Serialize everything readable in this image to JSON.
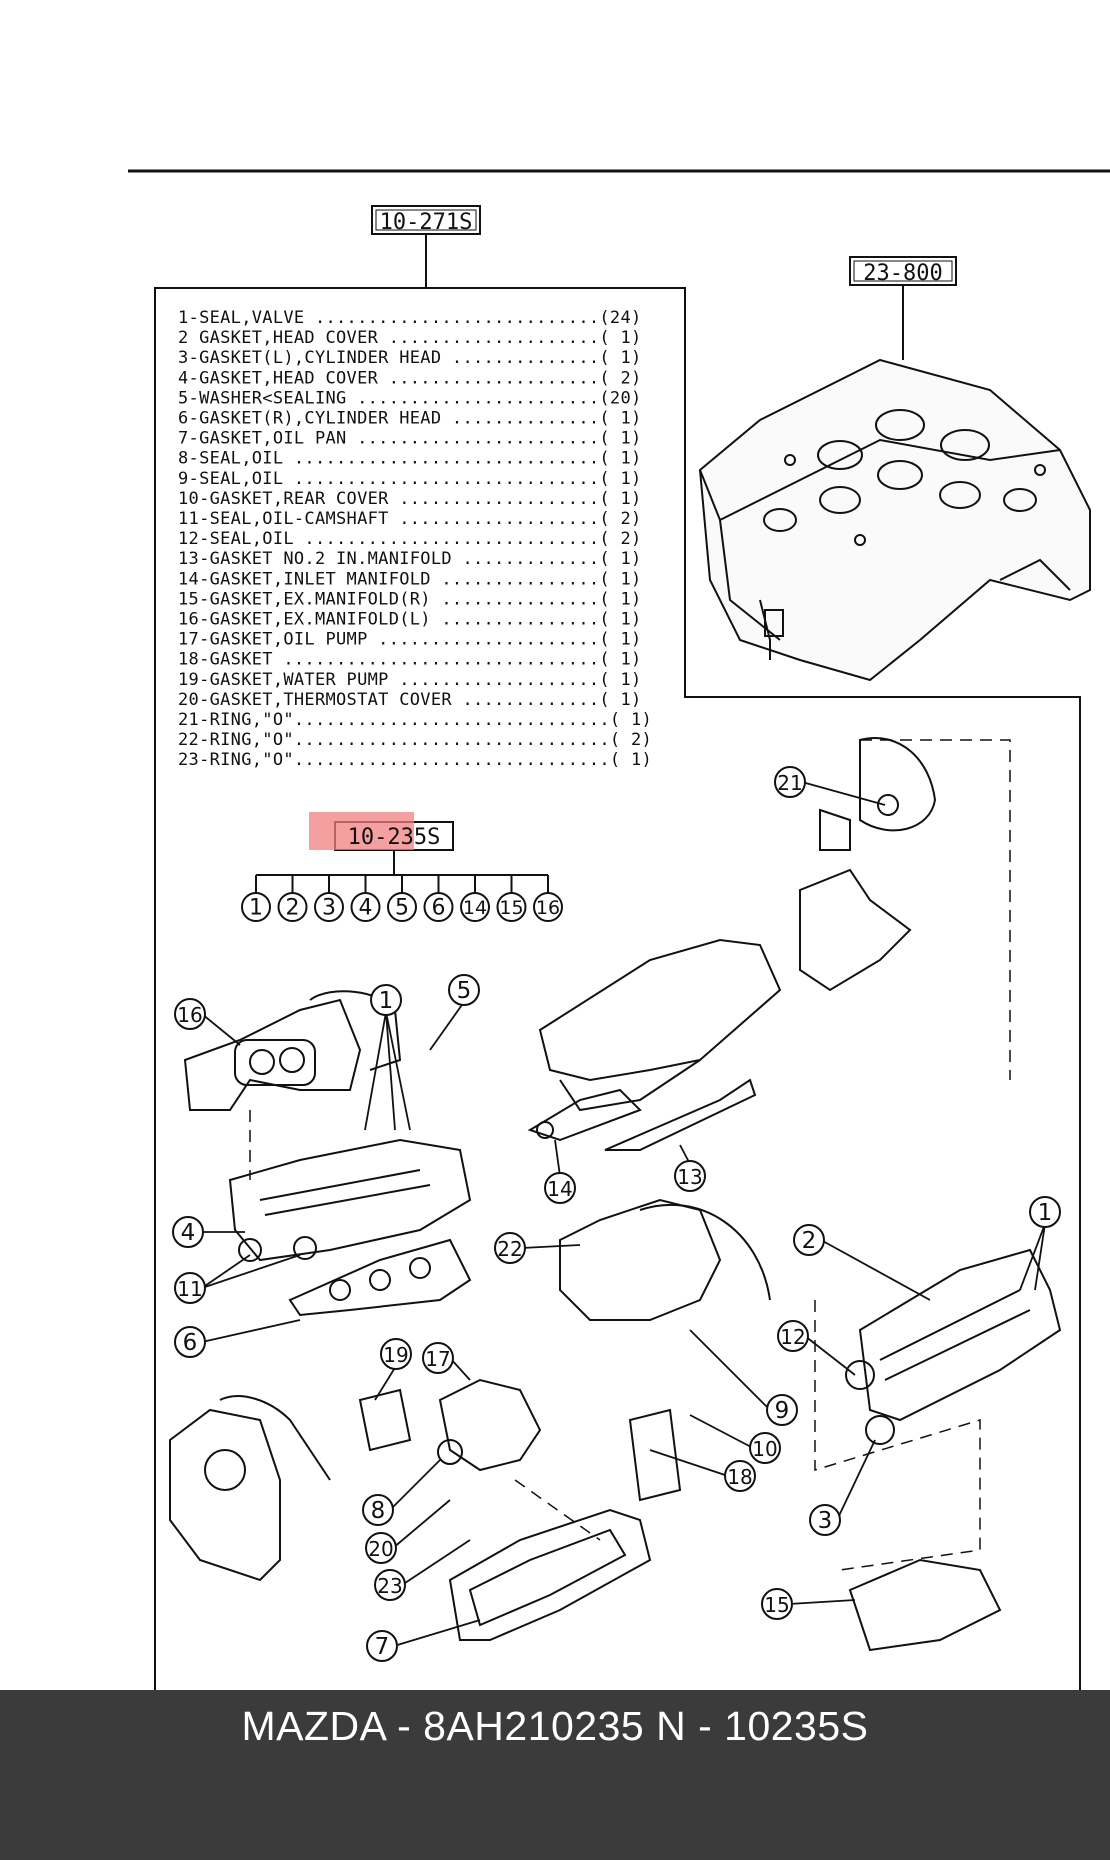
{
  "ref_boxes": {
    "top": "10-271S",
    "engine": "23-800",
    "kit": "10-235S"
  },
  "parts_list": [
    {
      "line": "1-SEAL,VALVE ...........................(24)"
    },
    {
      "line": "2 GASKET,HEAD COVER ....................( 1)"
    },
    {
      "line": "3-GASKET(L),CYLINDER HEAD ..............( 1)"
    },
    {
      "line": "4-GASKET,HEAD COVER ....................( 2)"
    },
    {
      "line": "5-WASHER<SEALING .......................(20)"
    },
    {
      "line": "6-GASKET(R),CYLINDER HEAD ..............( 1)"
    },
    {
      "line": "7-GASKET,OIL PAN .......................( 1)"
    },
    {
      "line": "8-SEAL,OIL .............................( 1)"
    },
    {
      "line": "9-SEAL,OIL .............................( 1)"
    },
    {
      "line": "10-GASKET,REAR COVER ...................( 1)"
    },
    {
      "line": "11-SEAL,OIL-CAMSHAFT ...................( 2)"
    },
    {
      "line": "12-SEAL,OIL ............................( 2)"
    },
    {
      "line": "13-GASKET NO.2 IN.MANIFOLD .............( 1)"
    },
    {
      "line": "14-GASKET,INLET MANIFOLD ...............( 1)"
    },
    {
      "line": "15-GASKET,EX.MANIFOLD(R) ...............( 1)"
    },
    {
      "line": "16-GASKET,EX.MANIFOLD(L) ...............( 1)"
    },
    {
      "line": "17-GASKET,OIL PUMP .....................( 1)"
    },
    {
      "line": "18-GASKET ..............................( 1)"
    },
    {
      "line": "19-GASKET,WATER PUMP ...................( 1)"
    },
    {
      "line": "20-GASKET,THERMOSTAT COVER .............( 1)"
    },
    {
      "line": "21-RING,\"O\"..............................( 1)"
    },
    {
      "line": "22-RING,\"O\"..............................( 2)"
    },
    {
      "line": "23-RING,\"O\"..............................( 1)"
    }
  ],
  "kit_members": [
    "1",
    "2",
    "3",
    "4",
    "5",
    "6",
    "14",
    "15",
    "16"
  ],
  "callouts": [
    "1",
    "1",
    "2",
    "3",
    "4",
    "5",
    "6",
    "7",
    "8",
    "9",
    "10",
    "11",
    "12",
    "13",
    "14",
    "15",
    "16",
    "17",
    "18",
    "19",
    "20",
    "21",
    "22",
    "23"
  ],
  "highlight_color": "#f08080",
  "footer": {
    "text": "MAZDA - 8AH210235   N - 10235S"
  }
}
